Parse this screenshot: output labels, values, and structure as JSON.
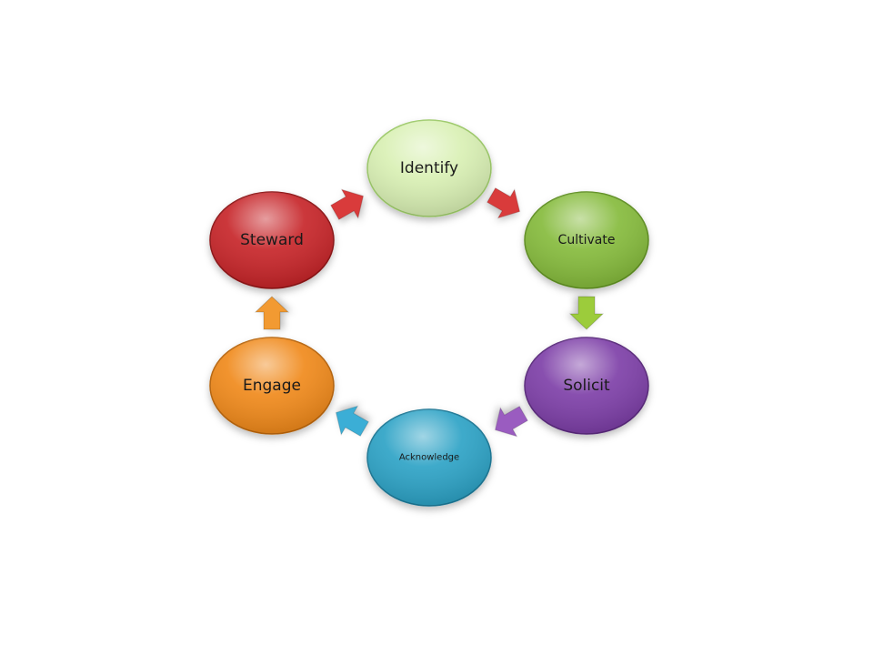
{
  "diagram": {
    "type": "cycle",
    "nodes": [
      {
        "id": "identify",
        "label": "Identify",
        "color": "#d9f0b4",
        "edge": "#9cc968",
        "text_size": "l"
      },
      {
        "id": "cultivate",
        "label": "Cultivate",
        "color": "#86bb3c",
        "edge": "#5f8f22",
        "text_size": "m"
      },
      {
        "id": "solicit",
        "label": "Solicit",
        "color": "#7e3fa8",
        "edge": "#5a2a7c",
        "text_size": "l"
      },
      {
        "id": "acknowledge",
        "label": "Acknowledge",
        "color": "#2fa3c6",
        "edge": "#1d7896",
        "text_size": "s"
      },
      {
        "id": "engage",
        "label": "Engage",
        "color": "#f08a1c",
        "edge": "#b8650c",
        "text_size": "l"
      },
      {
        "id": "steward",
        "label": "Steward",
        "color": "#c7262c",
        "edge": "#8e1419",
        "text_size": "l"
      }
    ],
    "arrows": [
      {
        "from": "identify",
        "to": "cultivate",
        "color": "#d93a3a"
      },
      {
        "from": "cultivate",
        "to": "solicit",
        "color": "#9ccc3a"
      },
      {
        "from": "solicit",
        "to": "acknowledge",
        "color": "#9a5cc0"
      },
      {
        "from": "acknowledge",
        "to": "engage",
        "color": "#3aaed6"
      },
      {
        "from": "engage",
        "to": "steward",
        "color": "#f29a30"
      },
      {
        "from": "steward",
        "to": "identify",
        "color": "#d93a3a"
      }
    ]
  }
}
